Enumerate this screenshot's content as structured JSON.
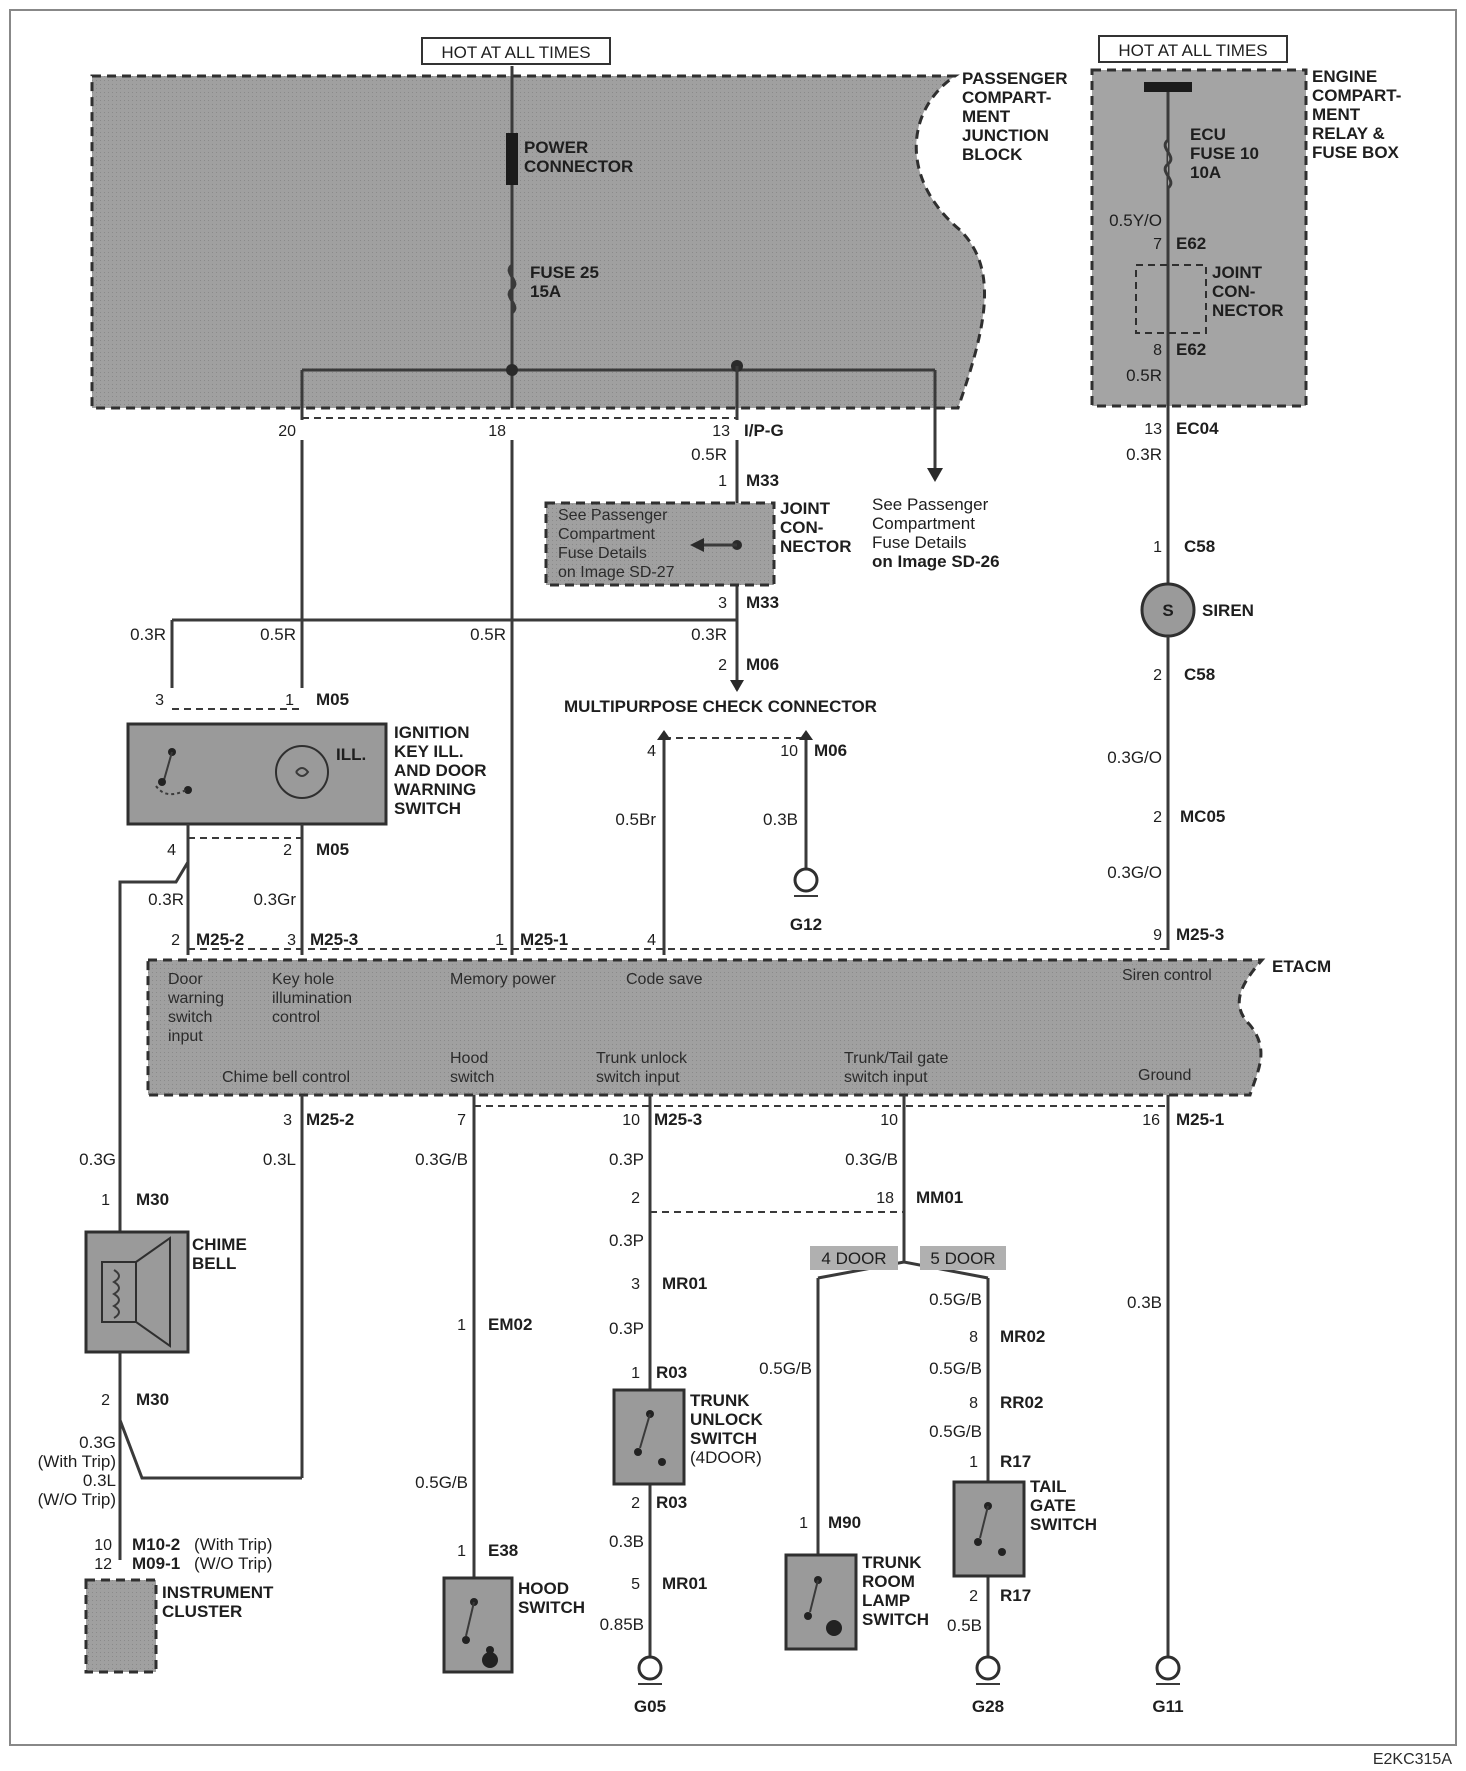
{
  "top": {
    "hot_left": "HOT AT ALL TIMES",
    "hot_right": "HOT AT ALL TIMES"
  },
  "pcjb": {
    "title": [
      "PASSENGER",
      "COMPART-",
      "MENT",
      "JUNCTION",
      "BLOCK"
    ],
    "power_connector": [
      "POWER",
      "CONNECTOR"
    ],
    "fuse": [
      "FUSE 25",
      "15A"
    ],
    "pins": [
      "20",
      "18",
      "13"
    ],
    "connector": "I/P-G",
    "see_note": [
      "See Passenger",
      "Compartment",
      "Fuse Details",
      "on Image SD-26"
    ]
  },
  "engine_box": {
    "title": [
      "ENGINE",
      "COMPART-",
      "MENT",
      "RELAY &",
      "FUSE BOX"
    ],
    "fuse": [
      "ECU",
      "FUSE 10",
      "10A"
    ],
    "wire1": "0.5Y/O",
    "pin7": "7",
    "e62": "E62",
    "joint": [
      "JOINT",
      "CON-",
      "NECTOR"
    ],
    "pin8": "8",
    "wire2": "0.5R"
  },
  "siren_chain": {
    "pin13": "13",
    "ec04": "EC04",
    "w1": "0.3R",
    "pin1": "1",
    "c58a": "C58",
    "s": "S",
    "siren": "SIREN",
    "pin2": "2",
    "c58b": "C58",
    "w2": "0.3G/O",
    "mc_pin": "2",
    "mc05": "MC05",
    "w3": "0.3G/O",
    "m25pin": "9",
    "m253": "M25-3"
  },
  "joint_m33": {
    "w_in": "0.5R",
    "pin1": "1",
    "m33a": "M33",
    "see": [
      "See Passenger",
      "Compartment",
      "Fuse Details",
      "on Image SD-27"
    ],
    "label": [
      "JOINT",
      "CON-",
      "NECTOR"
    ],
    "pin3": "3",
    "m33b": "M33",
    "w_out": "0.3R",
    "pin2": "2",
    "m06": "M06"
  },
  "mpc": {
    "title": "MULTIPURPOSE CHECK CONNECTOR",
    "pin4": "4",
    "pin10": "10",
    "m06": "M06",
    "w_left": "0.5Br",
    "w_right": "0.3B",
    "ground": "G12"
  },
  "ignition": {
    "w_left": "0.3R",
    "w_mid": "0.5R",
    "w_mem": "0.5R",
    "pin3": "3",
    "pin1": "1",
    "m05a": "M05",
    "ill": "ILL.",
    "title": [
      "IGNITION",
      "KEY ILL.",
      "AND DOOR",
      "WARNING",
      "SWITCH"
    ],
    "pin4": "4",
    "pin2": "2",
    "m05b": "M05",
    "w_door": "0.3R",
    "w_key": "0.3Gr"
  },
  "etacm": {
    "title": "ETACM",
    "top_pins": [
      {
        "pin": "2",
        "conn": "M25-2"
      },
      {
        "pin": "3",
        "conn": "M25-3"
      },
      {
        "pin": "1",
        "conn": "M25-1"
      },
      {
        "pin": "4",
        "conn": ""
      },
      {
        "pin": "9",
        "conn": "M25-3"
      }
    ],
    "door_warning": [
      "Door",
      "warning",
      "switch",
      "input"
    ],
    "key_hole": [
      "Key hole",
      "illumination",
      "control"
    ],
    "memory": "Memory power",
    "code_save": "Code save",
    "siren_control": "Siren control",
    "chime": "Chime bell control",
    "hood": [
      "Hood",
      "switch"
    ],
    "trunk_unlock": [
      "Trunk unlock",
      "switch input"
    ],
    "trunk_tail": [
      "Trunk/Tail gate",
      "switch input"
    ],
    "ground": "Ground",
    "bottom_pins": [
      {
        "pin": "3",
        "conn": "M25-2"
      },
      {
        "pin": "7",
        "conn": ""
      },
      {
        "pin": "10",
        "conn": "M25-3"
      },
      {
        "pin": "10",
        "conn": ""
      },
      {
        "pin": "16",
        "conn": "M25-1"
      }
    ]
  },
  "chime": {
    "w_green": "0.3G",
    "w_blue": "0.3L",
    "pin1": "1",
    "m30a": "M30",
    "title": [
      "CHIME",
      "BELL"
    ],
    "pin2": "2",
    "m30b": "M30",
    "note": [
      "0.3G",
      "(With Trip)",
      "0.3L",
      "(W/O Trip)"
    ],
    "pin10": "10",
    "pin12": "12",
    "conn1": "M10-2",
    "conn1_note": "(With Trip)",
    "conn2": "M09-1",
    "conn2_note": "(W/O Trip)",
    "cluster": [
      "INSTRUMENT",
      "CLUSTER"
    ]
  },
  "hood": {
    "w1": "0.3G/B",
    "pin1": "1",
    "em02": "EM02",
    "w2": "0.5G/B",
    "pin1b": "1",
    "e38": "E38",
    "title": [
      "HOOD",
      "SWITCH"
    ]
  },
  "trunk_unlock": {
    "w1": "0.3P",
    "pin2": "2",
    "w2": "0.3P",
    "pin3": "3",
    "mr01a": "MR01",
    "w3": "0.3P",
    "pin1": "1",
    "r03a": "R03",
    "title": [
      "TRUNK",
      "UNLOCK",
      "SWITCH"
    ],
    "note": "(4DOOR)",
    "pin2b": "2",
    "r03b": "R03",
    "w4": "0.3B",
    "pin5": "5",
    "mr01b": "MR01",
    "w5": "0.85B",
    "ground": "G05"
  },
  "tail": {
    "w1": "0.3G/B",
    "pin18": "18",
    "mm01": "MM01",
    "door4": "4 DOOR",
    "door5": "5 DOOR",
    "w_4door": "0.5G/B",
    "pin1": "1",
    "m90": "M90",
    "trunk_lamp": [
      "TRUNK",
      "ROOM",
      "LAMP",
      "SWITCH"
    ],
    "w5a": "0.5G/B",
    "pin8a": "8",
    "mr02": "MR02",
    "w5b": "0.5G/B",
    "pin8b": "8",
    "rr02": "RR02",
    "w5c": "0.5G/B",
    "pin1r": "1",
    "r17a": "R17",
    "tail_sw": [
      "TAIL",
      "GATE",
      "SWITCH"
    ],
    "pin2r": "2",
    "r17b": "R17",
    "w6": "0.5B",
    "ground": "G28"
  },
  "ground_right": {
    "w": "0.3B",
    "ground": "G11"
  },
  "footer": "E2KC315A"
}
